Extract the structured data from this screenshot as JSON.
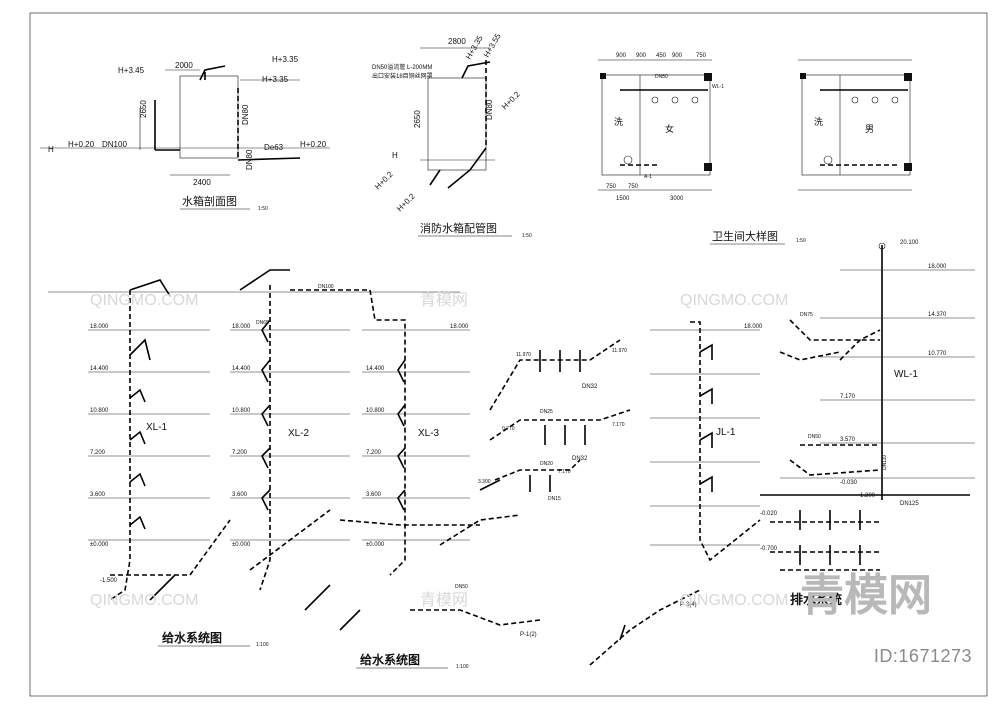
{
  "titles": {
    "tank_section": "水箱剖面图",
    "fire_tank": "消防水箱配管图",
    "toilet_detail": "卫生间大样图",
    "supply_system_1": "给水系统图",
    "supply_system_2": "给水系统图",
    "drain_system": "排水系统"
  },
  "scales": {
    "tank": "1:50",
    "fire": "1:50",
    "toilet": "1:50",
    "supply_1": "1:100",
    "supply_2": "1:100"
  },
  "tank_labels": [
    "H+3.45",
    "2000",
    "H+3.35",
    "H+3.35",
    "2650",
    "DN80",
    "H+0.20",
    "DN100",
    "De63",
    "H+0.20",
    "DN80",
    "2400",
    "H"
  ],
  "fire_labels": [
    "2800",
    "H+3.55",
    "H+3.35",
    "DN50溢流管 L-200MM",
    "出口安装18目铜丝网罩",
    "2650",
    "DN80",
    "H+0.2",
    "H+0.2",
    "H+0.2",
    "H"
  ],
  "toilet_labels": {
    "dims_top": [
      "900",
      "900",
      "450",
      "900",
      "750"
    ],
    "dims_bottom": [
      "750",
      "750",
      "1500",
      "3000"
    ],
    "rooms": [
      "洗",
      "女",
      "洗",
      "男"
    ],
    "misc": [
      "DN50",
      "WL-1",
      "A-1"
    ]
  },
  "risers": [
    "XL-1",
    "XL-2",
    "XL-3",
    "JL-1",
    "WL-1"
  ],
  "floor_levels": [
    "18.000",
    "14.400",
    "10.800",
    "7.200",
    "3.600",
    "±0.000",
    "-1.500"
  ],
  "supply_labels": [
    "DN100",
    "DN65",
    "DN50",
    "DN32",
    "DN25",
    "DN20",
    "DN15",
    "11.970",
    "7.170",
    "3.300",
    "0.770",
    "P-1(2)",
    "P-3(4)"
  ],
  "drain_labels": [
    "20.100",
    "18.000",
    "14.370",
    "10.770",
    "7.170",
    "3.570",
    "-0.030",
    "-1.200",
    "-0.020",
    "-0.700",
    "DN125",
    "DN110",
    "DN75",
    "DN50"
  ],
  "watermark": {
    "brand": "QINGMO.COM",
    "cn": "青模网",
    "id": "ID:1671273"
  }
}
